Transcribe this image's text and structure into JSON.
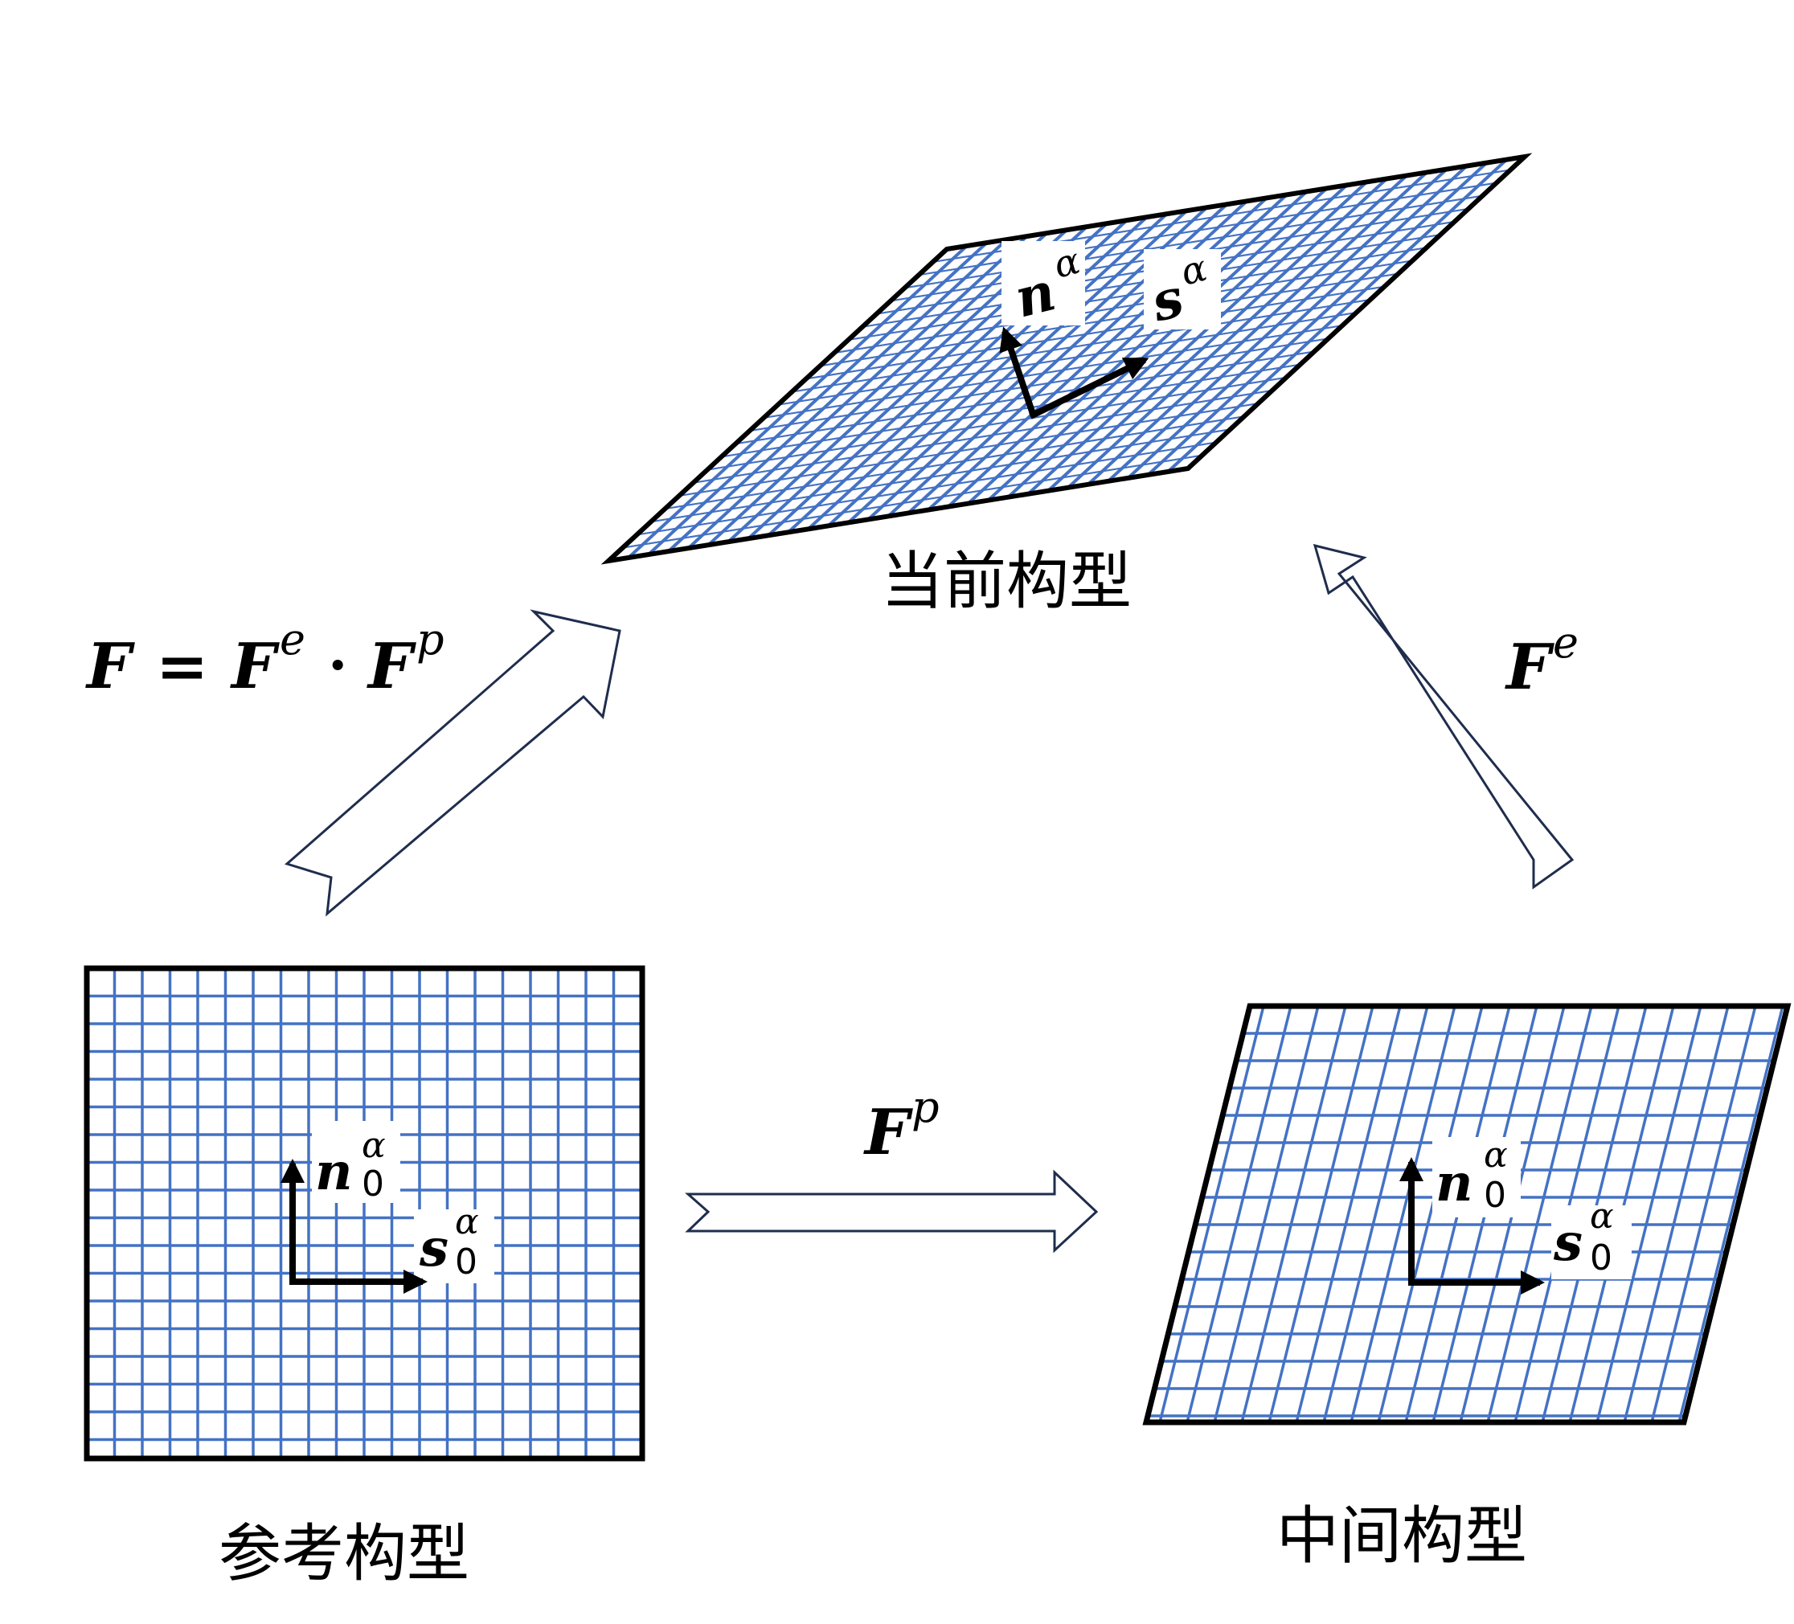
{
  "labels": {
    "reference": "参考构型",
    "intermediate": "中间构型",
    "current": "当前构型"
  },
  "equation": {
    "lhs": "F",
    "equals": "=",
    "fe_base": "F",
    "fe_sup": "e",
    "dot": "·",
    "fp_base": "F",
    "fp_sup": "p"
  },
  "maps": {
    "fp_base": "F",
    "fp_sup": "p",
    "fe_base": "F",
    "fe_sup": "e"
  },
  "vectors": {
    "n": "n",
    "s": "s",
    "alpha": "α",
    "zero": "0"
  },
  "colors": {
    "grid": "#4472c4",
    "outline": "#000000",
    "arrow_stroke": "#1f2d4d"
  }
}
